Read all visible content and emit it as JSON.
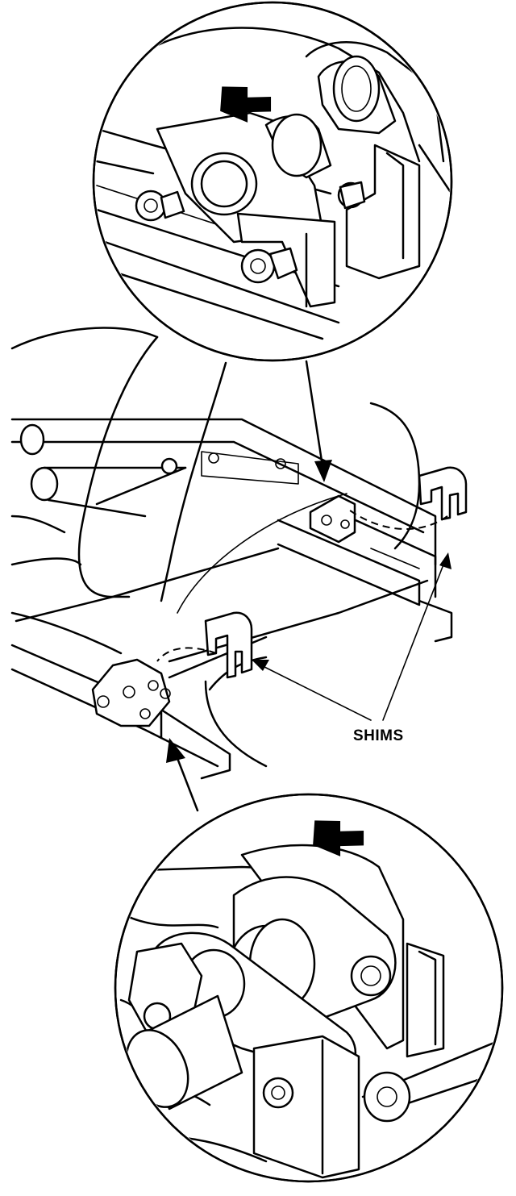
{
  "figure": {
    "callout_label": "SHIMS",
    "colors": {
      "ink": "#000000",
      "paper": "#ffffff"
    },
    "parts": [
      "top-detail-circle",
      "bottom-detail-circle",
      "left-shim",
      "right-shim",
      "press-arrow-top",
      "press-arrow-bottom"
    ]
  }
}
